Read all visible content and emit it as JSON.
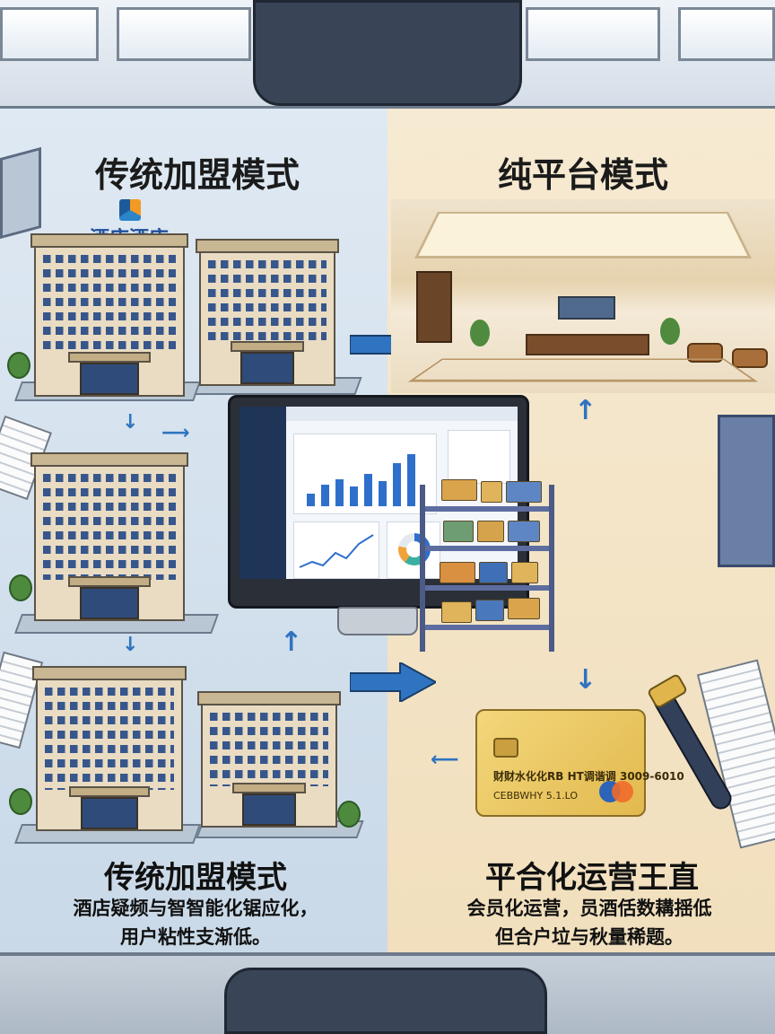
{
  "left": {
    "title": "传统加盟模式",
    "hotel_sign": "酒店酒店",
    "caption_title": "传统加盟模式",
    "caption_lines": [
      "酒店疑频与智智能化锯应化，",
      "用户粘性支渐低。"
    ]
  },
  "right": {
    "title": "纯平台模式",
    "caption_title": "平合化运营王直",
    "caption_lines": [
      "会员化运营，员酒佸数耩揺低",
      "但合户垃与秋量稀题。"
    ]
  },
  "card": {
    "number": "财财水化化RB HT调谐调  3009-6010",
    "holder": "CEBBWHY 5.1.LO"
  },
  "colors": {
    "arrow": "#2f74c0",
    "left_panel": "#d6e3ef",
    "right_panel": "#f3e4c6"
  }
}
